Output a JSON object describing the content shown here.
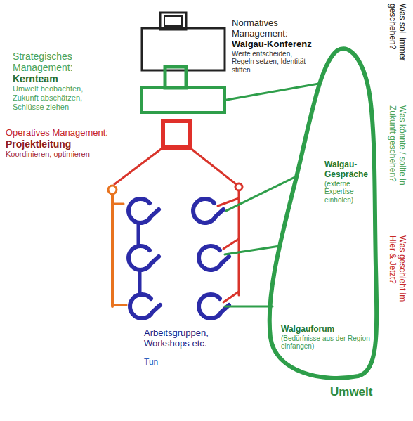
{
  "diagram": {
    "nodes": [
      {
        "text": [
          "Normatives Management:",
          "Walgau-Konferenz",
          "Werte entscheiden, Regeln setzen, Identität stiften"
        ]
      },
      {
        "text": [
          "Strategisches Management:",
          "Kernteam",
          "Umwelt beobachten, Zukunft abschätzen, Schlüsse ziehen"
        ]
      },
      {
        "text": [
          "Operatives Management:",
          "Projektleitung",
          "Koordinieren, optimieren"
        ]
      },
      {
        "text": [
          "Arbeitsgruppen, Workshops etc.",
          "Tun"
        ]
      },
      {
        "text": [
          "Umwelt"
        ]
      },
      {
        "text": [
          "Walgau-Gespräche",
          "(externe Expertise einholen)"
        ],
        "in": 4
      },
      {
        "text": [
          "Walgauforum",
          "(Bedürfnisse aus der Region einfangen)"
        ],
        "in": 4
      }
    ],
    "edges": [
      {
        "from": 2,
        "to": 3,
        "arrow": "none"
      },
      {
        "from": 1,
        "to": 4,
        "arrow": "none"
      },
      {
        "from": 3,
        "to": 4,
        "arrow": "none"
      }
    ],
    "labels": [
      "Was soll immer geschehen?",
      "Was könnte / sollte in Zukunft geschehen?",
      "Was geschieht im Hier & Jetzt?"
    ]
  }
}
